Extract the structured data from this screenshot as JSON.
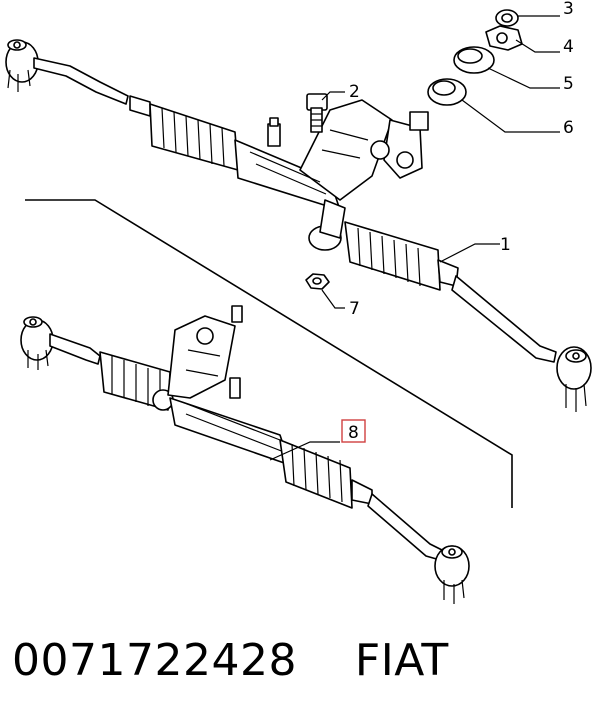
{
  "callouts": [
    "1",
    "2",
    "3",
    "4",
    "5",
    "6",
    "7",
    "8"
  ],
  "highlighted_callout": "8",
  "colors": {
    "line": "#000000",
    "highlight": "#d04040",
    "background": "#ffffff"
  },
  "caption": {
    "part_number": "0071722428",
    "brand": "FIAT"
  }
}
